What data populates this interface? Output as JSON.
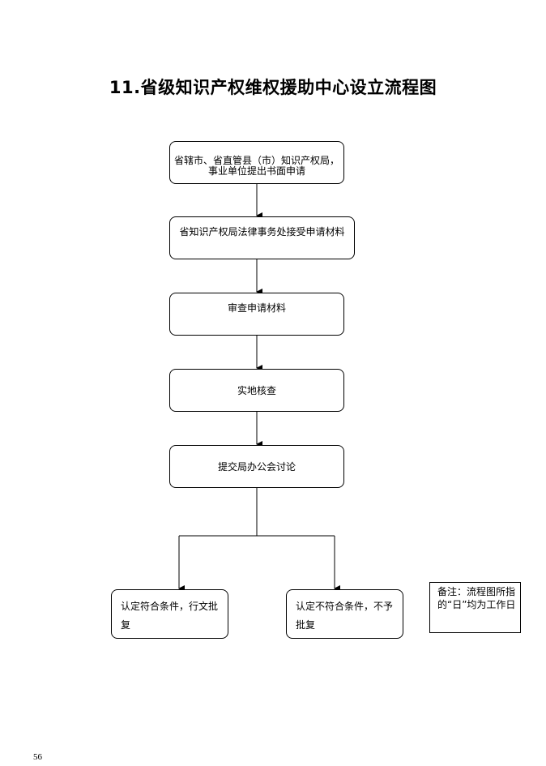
{
  "title": "11.省级知识产权维权援助中心设立流程图",
  "steps": [
    {
      "line1": "省辖市、省直管县（市）知识产权局，",
      "line2": "事业单位提出书面申请"
    },
    {
      "label": "省知识产权局法律事务处接受申请材料"
    },
    {
      "label": "审查申请材料"
    },
    {
      "label": "实地核查"
    },
    {
      "label": "提交局办公会讨论"
    }
  ],
  "outcomes": {
    "approve": "认定符合条件，行文批复",
    "reject": "认定不符合条件，不予批复"
  },
  "note": "备注：流程图所指的“日”均为工作日",
  "page_number": "56"
}
